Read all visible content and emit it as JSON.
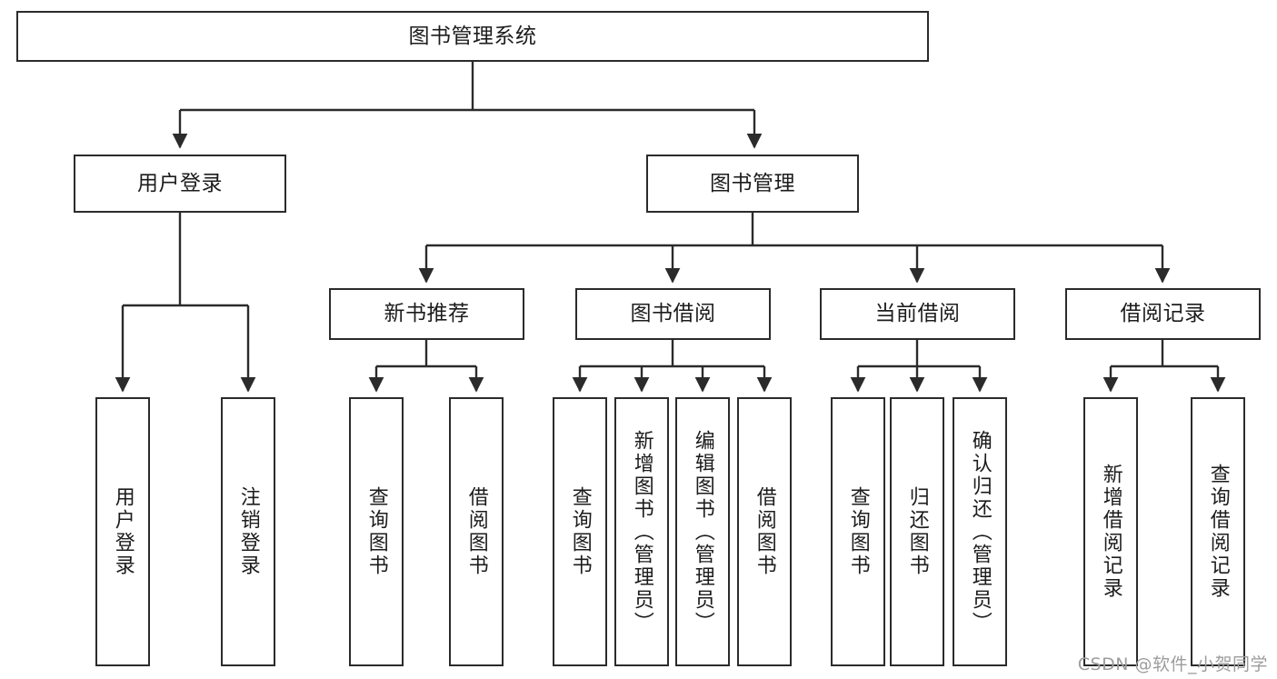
{
  "diagram": {
    "type": "tree-structure-chart",
    "title": "图书管理系统",
    "watermark": "CSDN @软件_小贺同学",
    "colors": {
      "border": "#2b2b2b",
      "background": "#ffffff",
      "text": "#1c1c1c",
      "watermark": "#9d9d9d"
    },
    "root": {
      "label": "图书管理系统"
    },
    "level1": [
      {
        "label": "用户登录"
      },
      {
        "label": "图书管理"
      }
    ],
    "level2": [
      {
        "label": "新书推荐"
      },
      {
        "label": "图书借阅"
      },
      {
        "label": "当前借阅"
      },
      {
        "label": "借阅记录"
      }
    ],
    "leaves": {
      "user_login": [
        {
          "label": "用户登录"
        },
        {
          "label": "注销登录"
        }
      ],
      "new_book_recommend": [
        {
          "label": "查询图书"
        },
        {
          "label": "借阅图书"
        }
      ],
      "book_borrow": [
        {
          "label": "查询图书"
        },
        {
          "label": "新增图书（管理员）"
        },
        {
          "label": "编辑图书（管理员）"
        },
        {
          "label": "借阅图书"
        }
      ],
      "current_borrow": [
        {
          "label": "查询图书"
        },
        {
          "label": "归还图书"
        },
        {
          "label": "确认归还（管理员）"
        }
      ],
      "borrow_records": [
        {
          "label": "新增借阅记录"
        },
        {
          "label": "查询借阅记录"
        }
      ]
    }
  }
}
